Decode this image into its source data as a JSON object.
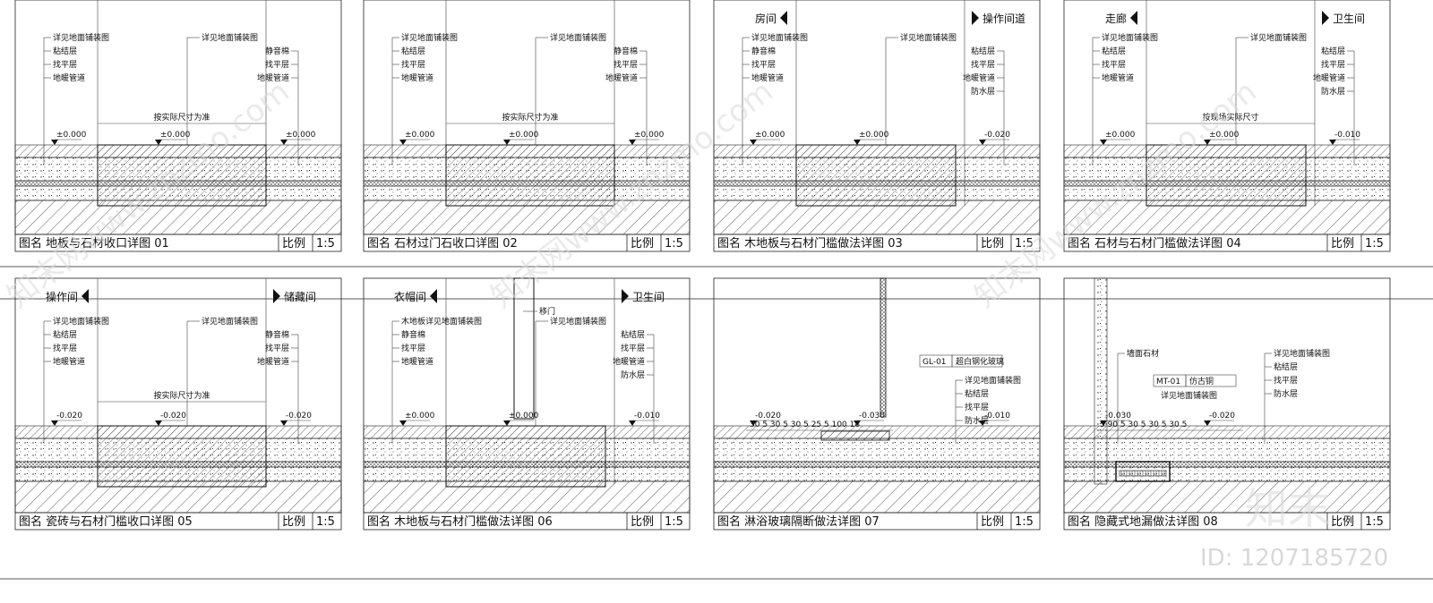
{
  "common": {
    "fig_prefix": "图名",
    "scale_label": "比例",
    "scale_value": "1:5",
    "note_actual_size": "按实际尺寸为准",
    "note_site_size": "按现场实际尺寸"
  },
  "panels": [
    {
      "title": "地板与石材收口详图 01",
      "rooms": [
        "",
        ""
      ],
      "left_labels": [
        "详见地面铺装图",
        "粘结层",
        "找平层",
        "地暖管道"
      ],
      "right_labels": [
        "详见地面铺装图",
        "静音棉",
        "找平层",
        "地暖管道"
      ],
      "levels": [
        "±0.000",
        "±0.000",
        "±0.000"
      ],
      "span_note": "按实际尺寸为准"
    },
    {
      "title": "石材过门石收口详图 02",
      "rooms": [
        "",
        ""
      ],
      "left_labels": [
        "详见地面铺装图",
        "粘结层",
        "找平层",
        "地暖管道"
      ],
      "right_labels": [
        "详见地面铺装图",
        "静音棉",
        "找平层",
        "地暖管道"
      ],
      "levels": [
        "±0.000",
        "±0.000",
        "±0.000"
      ],
      "span_note": "按实际尺寸为准"
    },
    {
      "title": "木地板与石材门槛做法详图 03",
      "rooms": [
        "房间",
        "操作间道"
      ],
      "left_labels": [
        "详见地面铺装图",
        "静音棉",
        "找平层",
        "地暖管道"
      ],
      "right_labels": [
        "详见地面铺装图",
        "粘结层",
        "找平层",
        "地暖管道",
        "防水层"
      ],
      "levels": [
        "±0.000",
        "±0.000",
        "-0.020"
      ],
      "span_note": ""
    },
    {
      "title": "石材与石材门槛做法详图 04",
      "rooms": [
        "走廊",
        "卫生间"
      ],
      "left_labels": [
        "详见地面铺装图",
        "粘结层",
        "找平层",
        "地暖管道"
      ],
      "right_labels": [
        "详见地面铺装图",
        "粘结层",
        "找平层",
        "地暖管道",
        "防水层"
      ],
      "levels": [
        "±0.000",
        "±0.000",
        "-0.010"
      ],
      "span_note": "按现场实际尺寸"
    },
    {
      "title": "瓷砖与石材门槛收口详图 05",
      "rooms": [
        "操作间",
        "储藏间"
      ],
      "left_labels": [
        "详见地面铺装图",
        "粘结层",
        "找平层",
        "地暖管道"
      ],
      "right_labels": [
        "详见地面铺装图",
        "静音棉",
        "找平层",
        "地暖管道"
      ],
      "levels": [
        "-0.020",
        "-0.020",
        "-0.020"
      ],
      "span_note": "按实际尺寸为准"
    },
    {
      "title": "木地板与石材门槛做法详图 06",
      "rooms": [
        "衣帽间",
        "卫生间"
      ],
      "left_labels": [
        "木地板详见地面铺装图",
        "静音棉",
        "找平层",
        "地暖管道"
      ],
      "right_labels": [
        "详见地面铺装图",
        "粘结层",
        "找平层",
        "地暖管道",
        "防水层"
      ],
      "levels": [
        "±0.000",
        "±0.000",
        "-0.010"
      ],
      "span_note": "",
      "extra": "移门"
    },
    {
      "title": "淋浴玻璃隔断做法详图 07",
      "rooms": [
        "",
        ""
      ],
      "left_labels": [],
      "right_labels": [
        "详见地面铺装图",
        "粘结层",
        "找平层",
        "防水层"
      ],
      "levels": [
        "-0.020",
        "-0.030",
        "-0.010"
      ],
      "span_note": "",
      "tag_code": "GL-01",
      "tag_text": "超白钢化玻璃",
      "dims": "30 5 30 5 30 5 25 5   100   18"
    },
    {
      "title": "隐藏式地漏做法详图 08",
      "rooms": [
        "",
        ""
      ],
      "left_labels": [
        "墙面石材"
      ],
      "right_labels": [
        "详见地面铺装图",
        "粘结层",
        "找平层",
        "防水层"
      ],
      "levels": [
        "-0.030",
        "-0.020",
        ""
      ],
      "span_note": "",
      "tag_code": "MT-01",
      "tag_text": "仿古铜",
      "sub_note": "详见地面铺装图",
      "dims": "5  90   5 30 5 30 5 30 5"
    }
  ],
  "watermark": {
    "brand": "知末网www.znzmo.com",
    "logo": "知末",
    "id_text": "ID: 1207185720"
  }
}
